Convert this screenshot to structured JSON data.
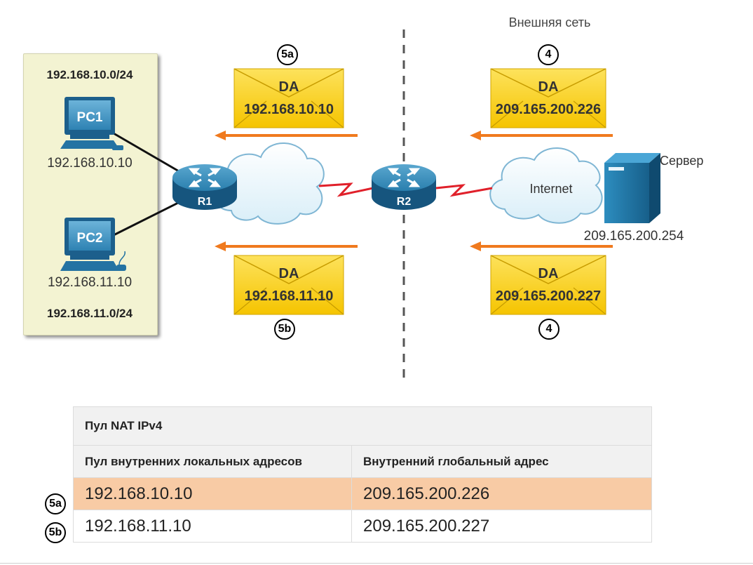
{
  "external_network_label": "Внешняя сеть",
  "lan": {
    "subnet_top": "192.168.10.0/24",
    "subnet_bottom": "192.168.11.0/24",
    "pc1": {
      "name": "PC1",
      "ip": "192.168.10.10"
    },
    "pc2": {
      "name": "PC2",
      "ip": "192.168.11.10"
    }
  },
  "routers": {
    "r1": "R1",
    "r2": "R2"
  },
  "internet_label": "Internet",
  "server": {
    "label": "Сервер",
    "ip": "209.165.200.254"
  },
  "envelopes": {
    "e5a": {
      "title": "DA",
      "address": "192.168.10.10",
      "step": "5a"
    },
    "e4_top": {
      "title": "DA",
      "address": "209.165.200.226",
      "step": "4"
    },
    "e5b": {
      "title": "DA",
      "address": "192.168.11.10",
      "step": "5b"
    },
    "e4_bottom": {
      "title": "DA",
      "address": "209.165.200.227",
      "step": "4"
    }
  },
  "nat_table": {
    "title": "Пул NAT IPv4",
    "headers": [
      "Пул внутренних локальных адресов",
      "Внутренний глобальный адрес"
    ],
    "rows": [
      {
        "step": "5a",
        "local": "192.168.10.10",
        "global": "209.165.200.226"
      },
      {
        "step": "5b",
        "local": "192.168.11.10",
        "global": "209.165.200.227"
      }
    ]
  },
  "colors": {
    "envelope": "#fcd213",
    "arrow": "#f07a1e",
    "router": "#1f6f9e",
    "serial_link": "#e0202a",
    "lan_background": "#f3f3d2",
    "highlight_row": "#f8cba5"
  }
}
